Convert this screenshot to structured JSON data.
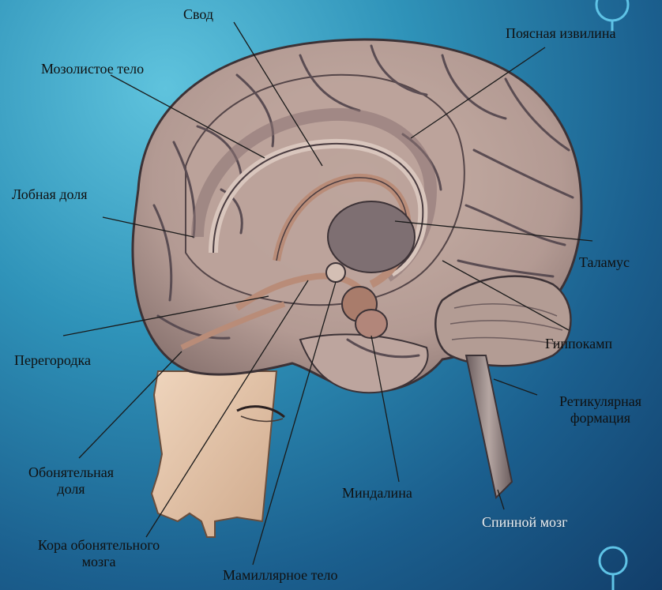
{
  "labels": {
    "svod": "Свод",
    "corpus_callosum": "Мозолистое тело",
    "cingulate_gyrus": "Поясная извилина",
    "frontal_lobe": "Лобная доля",
    "thalamus": "Таламус",
    "septum": "Перегородка",
    "hippocampus": "Гиппокамп",
    "reticular_formation_line1": "Ретикулярная",
    "reticular_formation_line2": "формация",
    "olfactory_lobe_line1": "Обонятельная",
    "olfactory_lobe_line2": "доля",
    "amygdala": "Миндалина",
    "spinal_cord": "Спинной мозг",
    "olfactory_cortex_line1": "Кора обонятельного",
    "olfactory_cortex_line2": "мозга",
    "mammillary_body": "Мамиллярное тело"
  },
  "colors": {
    "background_light": "#5fc3dd",
    "background_dark": "#123e6a",
    "brain_tissue": "#c4a99e",
    "sulci": "#5a4c52",
    "limbic_highlight": "#b98c78",
    "face_skin": "#e6c7ab",
    "decor_ring": "#5fc3e6"
  },
  "icons": [
    "ring-decoration-top",
    "ring-decoration-bottom"
  ]
}
